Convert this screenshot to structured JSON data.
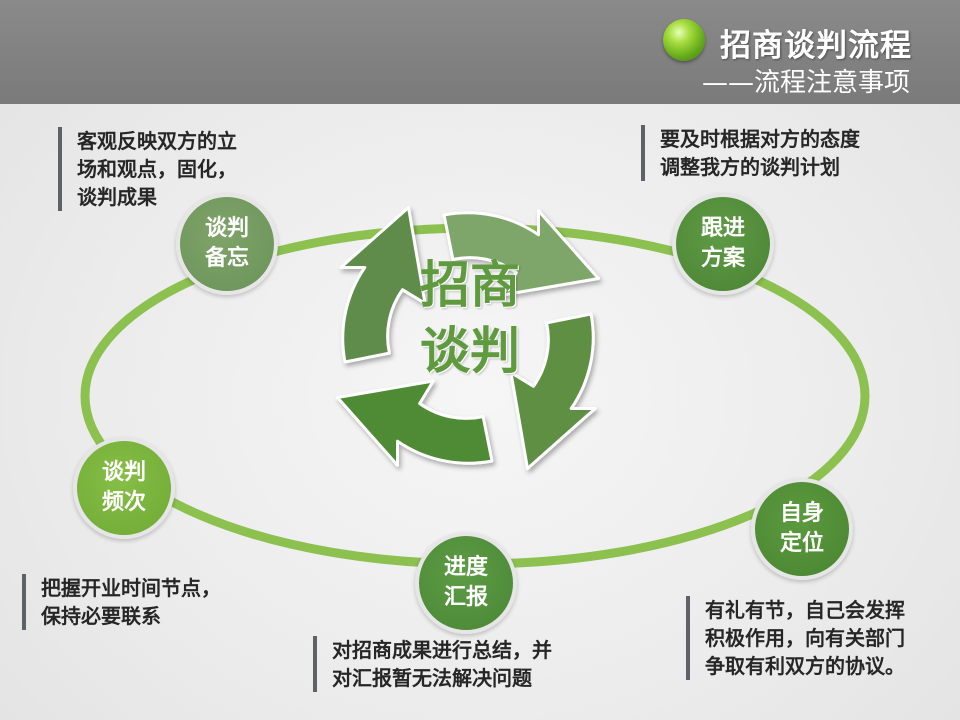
{
  "header": {
    "title": "招商谈判流程",
    "subtitle": "——流程注意事项"
  },
  "center": {
    "line1": "招商",
    "line2": "谈判"
  },
  "nodes": {
    "memo": {
      "line1": "谈判",
      "line2": "备忘"
    },
    "follow": {
      "line1": "跟进",
      "line2": "方案"
    },
    "freq": {
      "line1": "谈判",
      "line2": "频次"
    },
    "report": {
      "line1": "进度",
      "line2": "汇报"
    },
    "self": {
      "line1": "自身",
      "line2": "定位"
    }
  },
  "notes": {
    "memo": [
      "客观反映双方的立",
      "场和观点，固化，",
      "谈判成果"
    ],
    "follow": [
      "要及时根据对方的态度",
      "调整我方的谈判计划"
    ],
    "freq": [
      "把握开业时间节点，",
      "保持必要联系"
    ],
    "report": [
      "对招商成果进行总结，并",
      "对汇报暂无法解决问题"
    ],
    "self": [
      "有礼有节，自己会发挥",
      "积极作用，向有关部门",
      "争取有利双方的协议。"
    ]
  },
  "colors": {
    "header_bg": "#7f7f7f",
    "ring": "#8cc04f",
    "arrow_top": "#7fa66a",
    "arrow_right": "#5e8f42",
    "arrow_bottom": "#4f8a34",
    "arrow_left": "#5e8c4c"
  }
}
